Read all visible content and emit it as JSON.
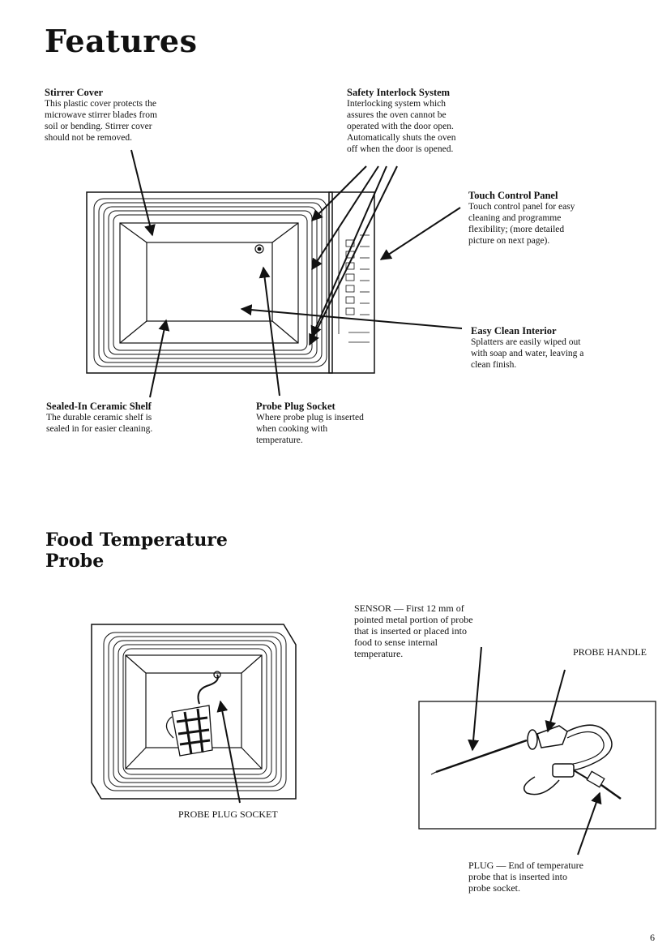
{
  "page": {
    "title": "Features",
    "page_number": "6"
  },
  "callouts": {
    "stirrer_cover": {
      "head": "Stirrer Cover",
      "body": "This plastic cover protects the\nmicrowave stirrer blades from\nsoil or bending. Stirrer cover\nshould not be removed."
    },
    "safety_interlock": {
      "head": "Safety Interlock System",
      "body": "Interlocking system which\nassures the oven cannot be\noperated with the door open.\nAutomatically shuts the oven\noff when the door is opened."
    },
    "touch_control": {
      "head": "Touch Control Panel",
      "body": "Touch control panel for easy\ncleaning and programme\nflexibility; (more detailed\npicture on next page)."
    },
    "easy_clean": {
      "head": "Easy Clean Interior",
      "body": "Splatters are easily wiped out\nwith soap and water, leaving a\nclean finish."
    },
    "ceramic_shelf": {
      "head": "Sealed-In Ceramic Shelf",
      "body": "The durable ceramic shelf is\nsealed in for easier cleaning."
    },
    "probe_socket": {
      "head": "Probe Plug Socket",
      "body": "Where probe plug is inserted\nwhen cooking with\ntemperature."
    }
  },
  "probe_section": {
    "title": "Food Temperature\nProbe",
    "sensor_caption": "SENSOR — First 12 mm of\npointed metal portion of probe\nthat is inserted or placed into\nfood to sense internal\ntemperature.",
    "handle_caption": "PROBE HANDLE",
    "socket_caption": "PROBE PLUG SOCKET",
    "plug_caption": "PLUG — End of temperature\nprobe that is inserted into\nprobe socket."
  }
}
